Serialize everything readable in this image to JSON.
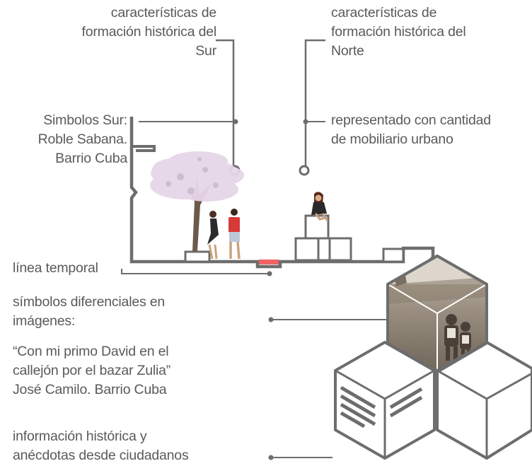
{
  "colors": {
    "line": "#6d6d6d",
    "text": "#5a5a5a",
    "timeline_marker": "#f06464",
    "blossom": "#e8d8ea",
    "shirt_red": "#d83a3a"
  },
  "labels": {
    "south_history": [
      "características de",
      "formación histórica del",
      "Sur"
    ],
    "north_history": [
      "características de",
      "formación histórica del",
      "Norte"
    ],
    "south_symbols": [
      "Simbolos Sur:",
      "Roble Sabana.",
      "Barrio Cuba"
    ],
    "furniture": [
      "representado con cantidad",
      "de mobiliario urbano"
    ],
    "timeline": "línea temporal",
    "diff_symbols": [
      "símbolos diferenciales en",
      "imágenes:"
    ],
    "quote": [
      "“Con mi primo David en el",
      "callejón por el bazar Zulia”",
      "José Camilo. Barrio Cuba"
    ],
    "citizen_info": [
      "información histórica y",
      "anécdotas desde ciudadanos"
    ]
  },
  "icons": {
    "tree": "blossoming-roble-tree",
    "couple": "walking-couple",
    "sitting_woman": "sitting-woman",
    "photo": "historic-photo-children",
    "document": "document-lines-icon"
  }
}
